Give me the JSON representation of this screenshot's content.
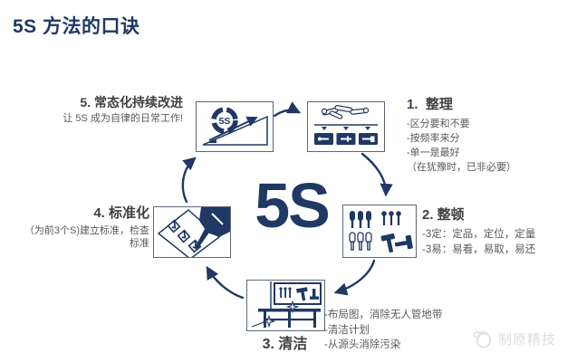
{
  "title": "5S 方法的口诀",
  "center_label": "5S",
  "icons": {
    "wheel_label": "5S"
  },
  "colors": {
    "navy": "#1f3864",
    "heading_gray": "#3f3f3f",
    "body_gray": "#595959",
    "watermark_gray": "#dedede"
  },
  "stages": [
    {
      "heading": "1.  整理",
      "lines": [
        "-区分要和不要",
        "-按频率来分",
        "-单一是最好",
        "（在犹豫时，已非必要）"
      ],
      "icon": "sort-tools-icon"
    },
    {
      "heading": "2. 整顿",
      "lines": [
        "-3定：定品，定位，定量",
        "-3易：易看，易取，易还"
      ],
      "icon": "arranged-tools-icon"
    },
    {
      "heading": "3. 清洁",
      "lines": [
        "-布局图，消除无人管地带",
        "-清洁计划",
        "-从源头消除污染"
      ],
      "icon": "clean-workbench-icon"
    },
    {
      "heading": "4. 标准化",
      "lines": [
        "（为前3个S)建立标准，检查",
        "标准"
      ],
      "icon": "standards-checklist-icon"
    },
    {
      "heading": "5. 常态化持续改进",
      "lines": [
        "让 5S 成为自律的日常工作!"
      ],
      "icon": "continuous-improvement-icon"
    }
  ],
  "watermark": {
    "text": "制原精技"
  }
}
